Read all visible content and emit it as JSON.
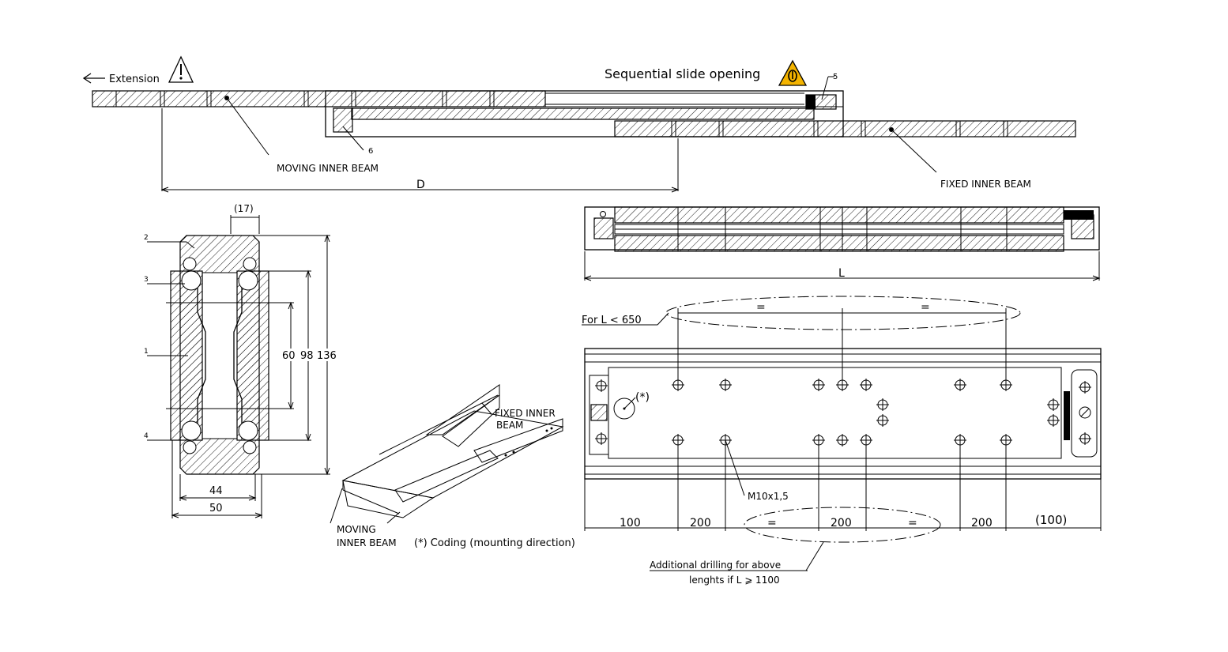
{
  "labels": {
    "extension": "Extension",
    "sequential": "Sequential slide opening",
    "moving_beam_top": "MOVING  INNER  BEAM",
    "fixed_beam_top": "FIXED  INNER  BEAM",
    "d_dim": "D",
    "l_dim": "L",
    "part_5": "5",
    "part_6": "6",
    "part_1": "1",
    "part_2": "2",
    "part_3": "3",
    "part_4": "4",
    "dim_17": "(17)",
    "dim_60": "60",
    "dim_98": "98",
    "dim_136": "136",
    "dim_44": "44",
    "dim_50": "50",
    "iso_fixed_1": "FIXED  INNER",
    "iso_fixed_2": "BEAM",
    "iso_moving_1": "MOVING",
    "iso_moving_2": "INNER  BEAM",
    "coding": "(*) Coding  (mounting  direction)",
    "coding_mark": "(*)",
    "for_l": "For  L  <  650",
    "equal": "=",
    "m10": "M10x1,5",
    "dim_100": "100",
    "dim_200": "200",
    "dim_100p": "(100)",
    "additional_1": "Additional  drilling  for  above",
    "additional_2": "lenghts  if  L  ⩾  1100"
  },
  "colors": {
    "line": "#000000",
    "warning": "#f4b400"
  },
  "icons": [
    "warning-triangle-icon",
    "warning-triangle-filled-icon",
    "arrow-left-icon"
  ]
}
